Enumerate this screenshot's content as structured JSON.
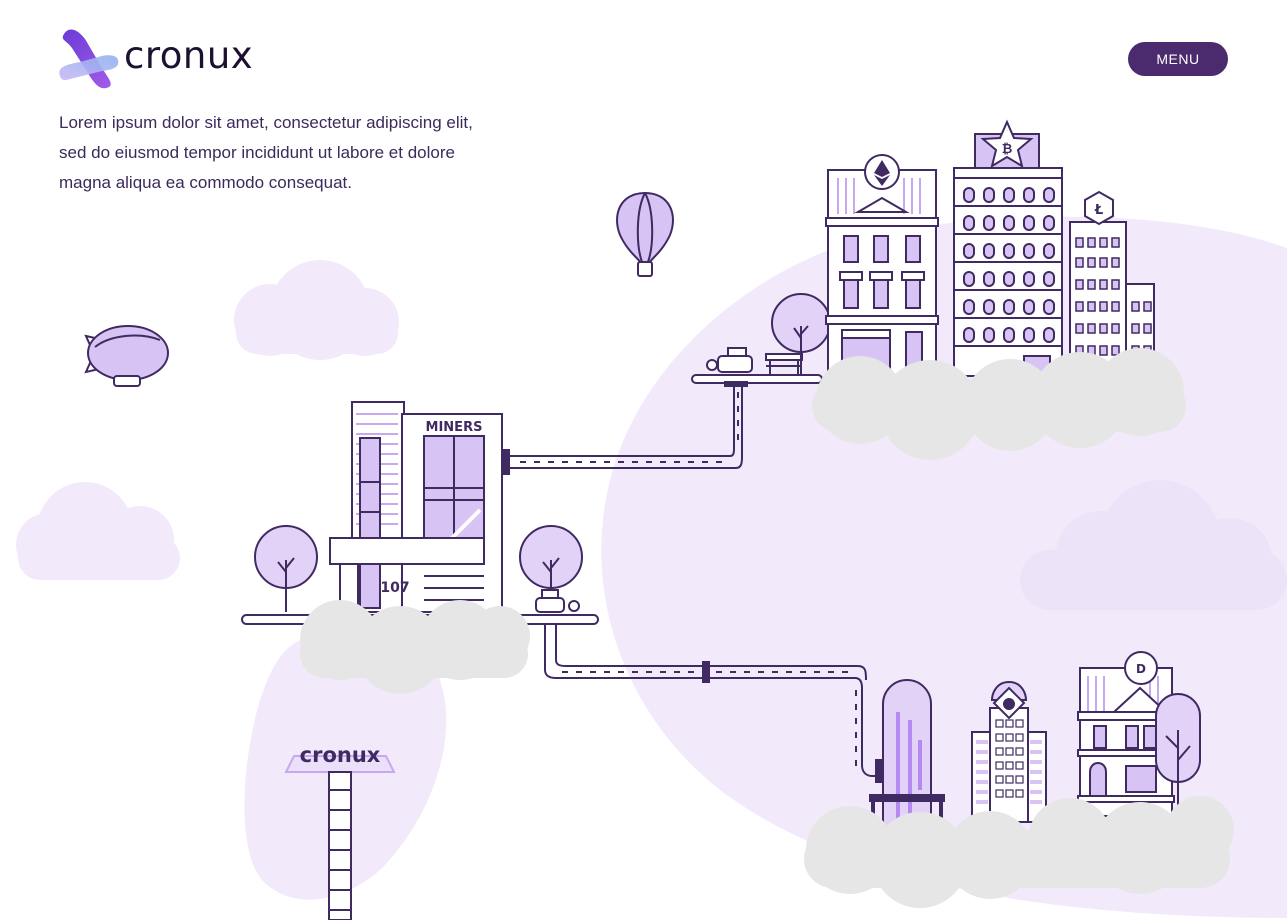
{
  "brand": {
    "name": "cronux",
    "colors": {
      "primary": "#4b2a6e",
      "accent": "#b58af0",
      "light": "#f1e9fb",
      "cloud": "#e9e9e9",
      "outline": "#3f2a62"
    }
  },
  "header": {
    "menu_label": "MENU"
  },
  "intro": {
    "text": "Lorem ipsum dolor sit amet, consectetur adipiscing elit, sed do eiusmod tempor incididunt ut labore et dolore magna aliqua ea commodo consequat."
  },
  "scene": {
    "miners_sign": "MINERS",
    "building_number": "107",
    "tower_sign": "cronux",
    "coin_icons": [
      "ethereum-icon",
      "bitcoin-icon",
      "litecoin-icon",
      "nem-icon",
      "dash-icon"
    ]
  }
}
